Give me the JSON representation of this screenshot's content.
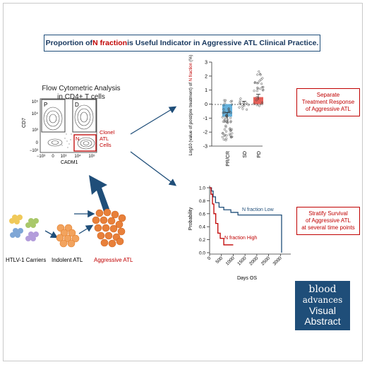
{
  "header": {
    "title_pre": "Proportion of ",
    "title_highlight": "N fraction",
    "title_post": " is Useful Indicator in Aggressive ATL Clinical Practice."
  },
  "flow": {
    "title_line1": "Flow Cytometric Analysis",
    "title_line2": "in CD4+ T cells",
    "ylabel": "CD7",
    "xlabel": "CADM1",
    "gate_p": "P",
    "gate_d": "D",
    "gate_n": "N",
    "clonal_line1": "Clonel",
    "clonal_line2": "ATL",
    "clonal_line3": "Cells",
    "y_ticks": [
      "10⁵",
      "10⁴",
      "10³",
      "0",
      "−10³"
    ],
    "x_ticks": [
      "−10³",
      "0",
      "10³",
      "10⁴",
      "10⁵"
    ]
  },
  "stages": {
    "carriers": "HTLV-1 Carriers",
    "indolent": "Indolent ATL",
    "aggressive": "Aggressive ATL"
  },
  "callouts": {
    "response_line1": "Separate",
    "response_line2": "Treatment Response",
    "response_line3": "of Aggressive ATL",
    "survival_line1": "Stratify Survival",
    "survival_line2": "of Aggressive ATL",
    "survival_line3": "at several time points"
  },
  "logo": {
    "line1": "blood",
    "line2": "advances",
    "line3": "Visual",
    "line4": "Abstract"
  },
  "colors": {
    "navy": "#1f4e79",
    "red": "#c00000",
    "orange": "#e8803a",
    "blue_bar": "#4aa3d6",
    "red_bar": "#e0443c"
  },
  "chart_data": [
    {
      "type": "bar",
      "ylabel_pre": "Log10 (value of post/pre treatment) of ",
      "ylabel_highlight": "N fraction",
      "ylabel_post": " (%)",
      "categories": [
        "PR/CR",
        "SD",
        "PD"
      ],
      "values": [
        -0.9,
        0.05,
        0.5
      ],
      "errors": [
        0.3,
        0.15,
        0.2
      ],
      "ylim": [
        -3,
        3
      ],
      "yticks": [
        "3",
        "2",
        "1",
        "0",
        "-1",
        "-2",
        "-3"
      ],
      "reference_line": 0
    },
    {
      "type": "line",
      "ylabel": "Probability",
      "xlabel": "Days OS",
      "xlim": [
        0,
        3200
      ],
      "ylim": [
        0,
        1.0
      ],
      "x_ticks": [
        "0",
        "500",
        "1000",
        "1500",
        "2000",
        "2500",
        "3000"
      ],
      "y_ticks": [
        "1.0",
        "0.8",
        "0.6",
        "0.4",
        "0.2",
        "0.0"
      ],
      "series": [
        {
          "name": "N fraction Low",
          "points": [
            [
              0,
              1.0
            ],
            [
              80,
              0.95
            ],
            [
              150,
              0.86
            ],
            [
              250,
              0.77
            ],
            [
              400,
              0.7
            ],
            [
              600,
              0.66
            ],
            [
              900,
              0.62
            ],
            [
              1200,
              0.58
            ],
            [
              3000,
              0.58
            ],
            [
              3050,
              0.0
            ]
          ]
        },
        {
          "name": "N fraction High",
          "points": [
            [
              0,
              1.0
            ],
            [
              60,
              0.9
            ],
            [
              120,
              0.75
            ],
            [
              180,
              0.6
            ],
            [
              260,
              0.45
            ],
            [
              350,
              0.3
            ],
            [
              450,
              0.22
            ],
            [
              600,
              0.12
            ],
            [
              1000,
              0.12
            ]
          ]
        }
      ]
    }
  ]
}
